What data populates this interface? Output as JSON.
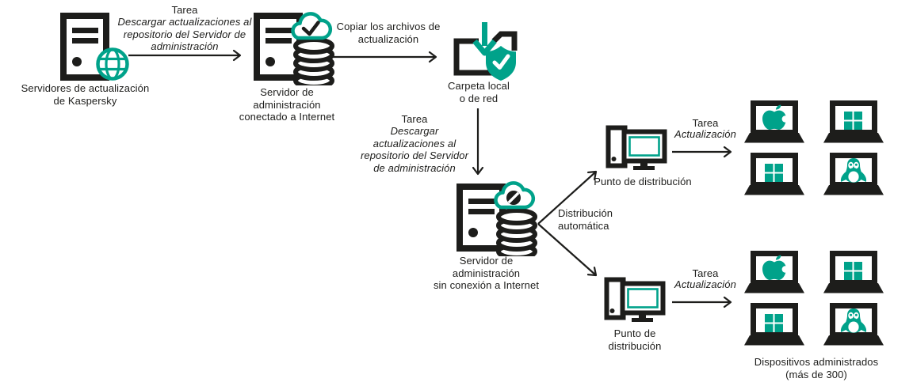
{
  "colors": {
    "accent": "#00a28a",
    "ink": "#1d1d1b"
  },
  "nodes": {
    "kaspersky_update_servers": {
      "label": "Servidores de actualización\nde Kaspersky"
    },
    "admin_server_online": {
      "label": "Servidor de\nadministración\nconectado a Internet"
    },
    "local_folder": {
      "label": "Carpeta local\no de red"
    },
    "admin_server_offline": {
      "label": "Servidor de\nadministración\nsin conexión a Internet"
    },
    "distribution_point_top": {
      "label": "Punto de distribución"
    },
    "distribution_point_bottom": {
      "label": "Punto de\ndistribución"
    },
    "managed_devices": {
      "label": "Dispositivos administrados\n(más de 300)"
    }
  },
  "edges": {
    "task_download_online": {
      "title": "Tarea",
      "detail": "Descargar actualizaciones al\nrepositorio del Servidor de\nadministración"
    },
    "copy_files": {
      "label": "Copiar los archivos de\nactualización"
    },
    "task_download_offline": {
      "title": "Tarea",
      "detail": "Descargar\nactualizaciones al\nrepositorio del Servidor\nde administración"
    },
    "auto_distribution": {
      "label": "Distribución\nautomática"
    },
    "task_update_top": {
      "title": "Tarea",
      "detail": "Actualización"
    },
    "task_update_bottom": {
      "title": "Tarea",
      "detail": "Actualización"
    }
  },
  "devices": {
    "os_shown": [
      "apple",
      "windows",
      "windows",
      "linux"
    ]
  }
}
